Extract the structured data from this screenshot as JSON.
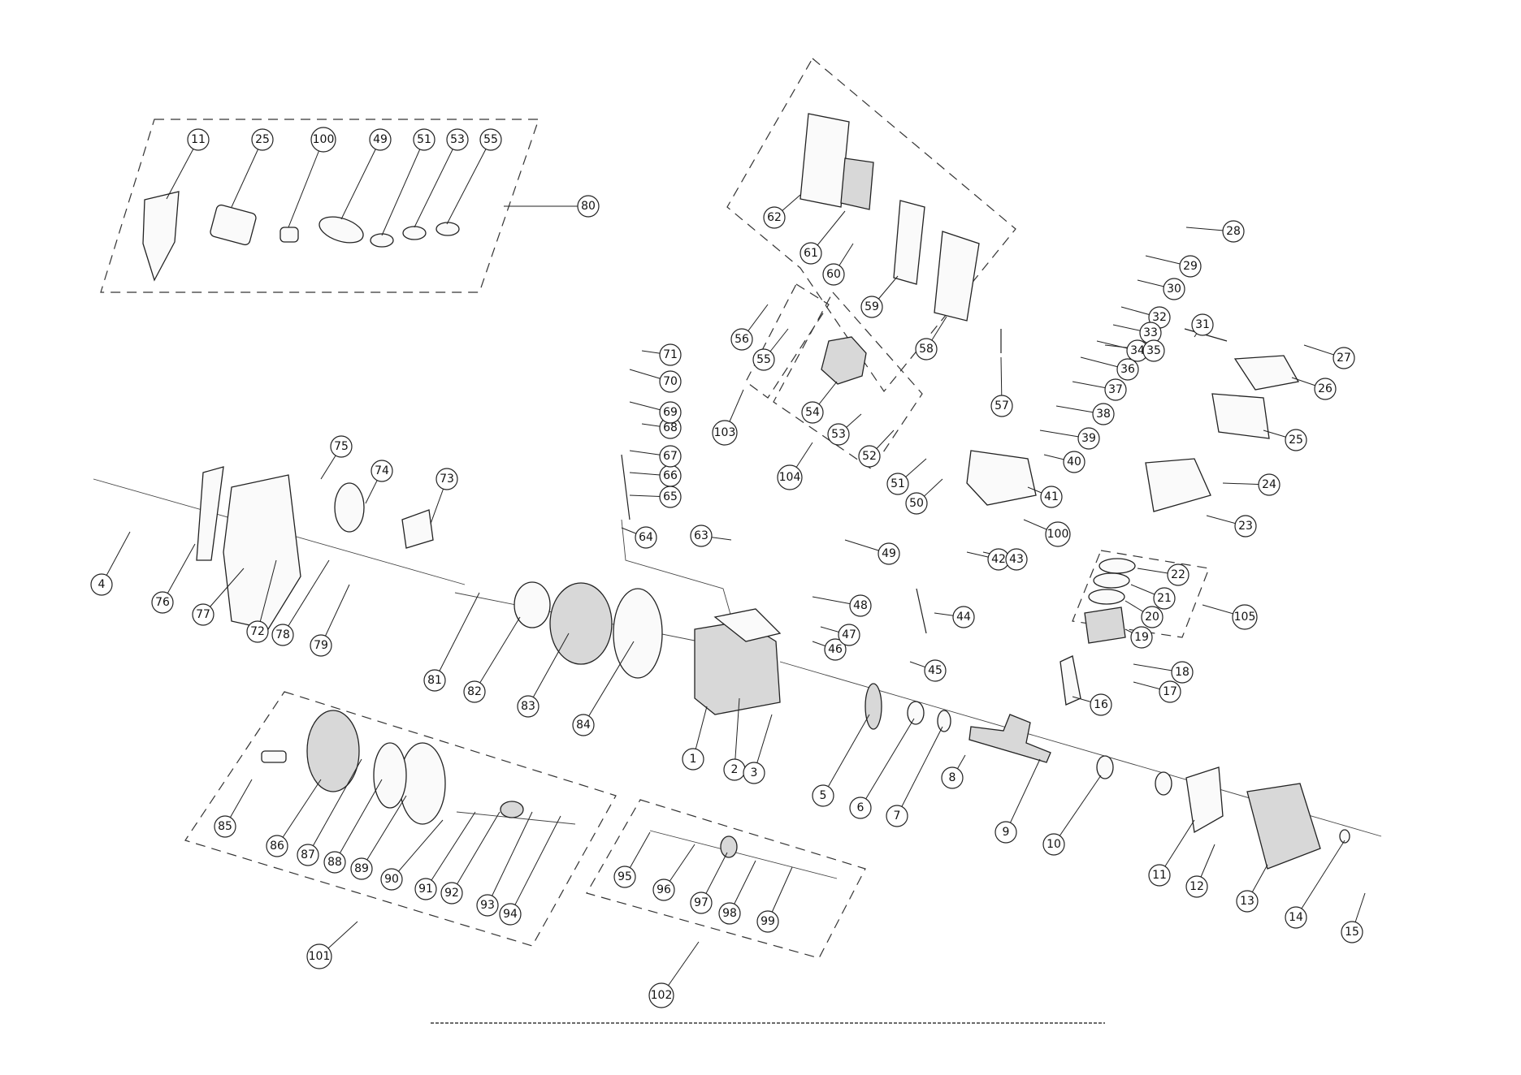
{
  "callouts": [
    "1",
    "2",
    "3",
    "4",
    "5",
    "6",
    "7",
    "8",
    "9",
    "10",
    "11",
    "12",
    "13",
    "14",
    "15",
    "16",
    "17",
    "18",
    "19",
    "20",
    "21",
    "22",
    "23",
    "24",
    "25",
    "26",
    "27",
    "28",
    "29",
    "30",
    "31",
    "32",
    "33",
    "34",
    "35",
    "36",
    "37",
    "38",
    "39",
    "40",
    "41",
    "42",
    "43",
    "44",
    "45",
    "46",
    "47",
    "48",
    "49",
    "50",
    "51",
    "52",
    "53",
    "54",
    "55",
    "56",
    "57",
    "58",
    "59",
    "60",
    "61",
    "62",
    "63",
    "64",
    "65",
    "66",
    "67",
    "68",
    "69",
    "70",
    "71",
    "72",
    "73",
    "74",
    "75",
    "76",
    "77",
    "78",
    "79",
    "80",
    "81",
    "82",
    "83",
    "84",
    "85",
    "86",
    "87",
    "88",
    "89",
    "90",
    "91",
    "92",
    "93",
    "94",
    "95",
    "96",
    "97",
    "98",
    "99",
    "100",
    "101",
    "102",
    "103",
    "104",
    "105"
  ],
  "gasket_kit_callouts": [
    "11",
    "25",
    "100",
    "49",
    "51",
    "53",
    "55"
  ]
}
